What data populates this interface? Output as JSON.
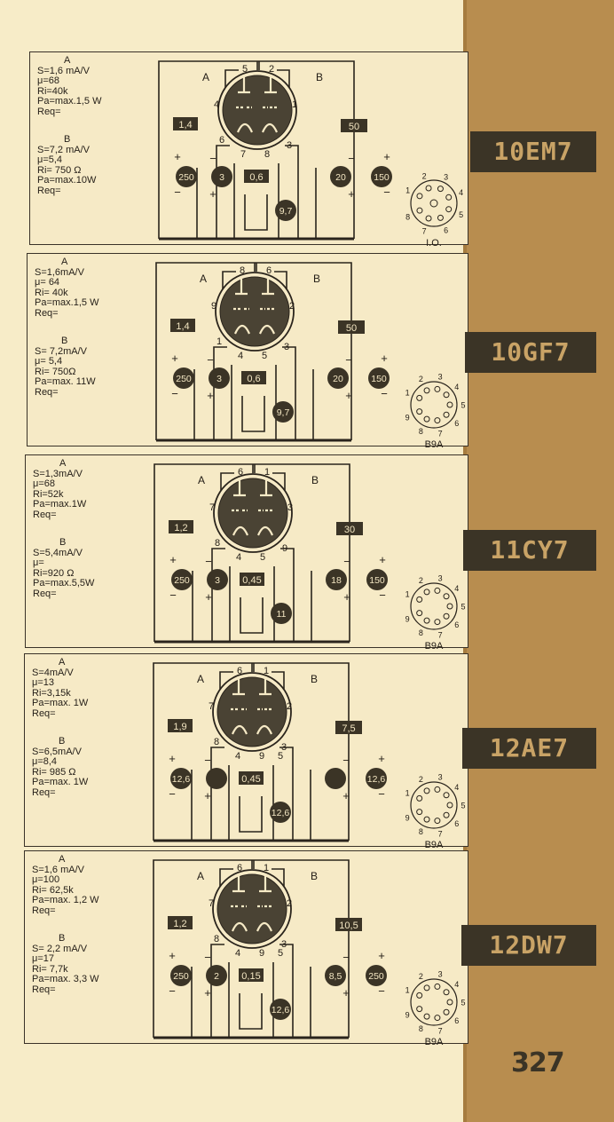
{
  "page_number": "327",
  "tubes": [
    {
      "type": "10EM7",
      "socket": "I.O.",
      "pins": [
        "1",
        "2",
        "3",
        "4",
        "5",
        "6",
        "7",
        "8"
      ],
      "A": {
        "title": "A",
        "lines": [
          "S=1,6 mA/V",
          "μ=68",
          "Ri=40k",
          "Pa=max.1,5 W",
          "Req="
        ]
      },
      "B": {
        "title": "B",
        "lines": [
          "S=7,2 mA/V",
          "μ=5,4",
          "Ri= 750 Ω",
          "Pa=max.10W",
          "Req="
        ]
      },
      "pin_labels": {
        "top_left": "5",
        "top_right": "2",
        "left": "4",
        "right": "1",
        "bl": "6",
        "bm1": "7",
        "bm2": "8",
        "br": "3"
      },
      "values": {
        "rect_left": "1,4",
        "rect_right": "50",
        "c_left": "250",
        "c_a": "3",
        "rect_mid": "0,6",
        "c_b": "20",
        "c_right": "150",
        "c_bottom": "9,7"
      }
    },
    {
      "type": "10GF7",
      "socket": "B9A",
      "pins": [
        "1",
        "2",
        "3",
        "4",
        "5",
        "6",
        "7",
        "8",
        "9"
      ],
      "A": {
        "title": "A",
        "lines": [
          "S=1,6mA/V",
          "μ= 64",
          "Ri= 40k",
          "Pa=max.1,5 W",
          "Req="
        ]
      },
      "B": {
        "title": "B",
        "lines": [
          "S= 7,2mA/V",
          "μ= 5,4",
          "Ri= 750Ω",
          "Pa=max. 11W",
          "Req="
        ]
      },
      "pin_labels": {
        "top_left": "8",
        "top_right": "6",
        "left": "9",
        "right": "2",
        "bl": "1",
        "bm1": "4",
        "bm2": "5",
        "br": "3"
      },
      "values": {
        "rect_left": "1,4",
        "rect_right": "50",
        "c_left": "250",
        "c_a": "3",
        "rect_mid": "0,6",
        "c_b": "20",
        "c_right": "150",
        "c_bottom": "9,7"
      }
    },
    {
      "type": "11CY7",
      "socket": "B9A",
      "pins": [
        "1",
        "2",
        "3",
        "4",
        "5",
        "6",
        "7",
        "8",
        "9"
      ],
      "A": {
        "title": "A",
        "lines": [
          "S=1,3mA/V",
          "μ=68",
          "Ri=52k",
          "Pa=max.1W",
          "Req="
        ]
      },
      "B": {
        "title": "B",
        "lines": [
          "S=5,4mA/V",
          "μ=",
          "Ri=920 Ω",
          "Pa=max.5,5W",
          "Req="
        ]
      },
      "pin_labels": {
        "top_left": "6",
        "top_right": "1",
        "left": "7",
        "right": "3",
        "bl": "8",
        "bm1": "4",
        "bm2": "5",
        "br": "9"
      },
      "values": {
        "rect_left": "1,2",
        "rect_right": "30",
        "c_left": "250",
        "c_a": "3",
        "rect_mid": "0,45",
        "c_b": "18",
        "c_right": "150",
        "c_bottom": "11"
      }
    },
    {
      "type": "12AE7",
      "socket": "B9A",
      "pins": [
        "1",
        "2",
        "3",
        "4",
        "5",
        "6",
        "7",
        "8",
        "9"
      ],
      "A": {
        "title": "A",
        "lines": [
          "S=4mA/V",
          "μ=13",
          "Ri=3,15k",
          "Pa=max. 1W",
          "Req="
        ]
      },
      "B": {
        "title": "B",
        "lines": [
          "S=6,5mA/V",
          "μ=8,4",
          "Ri= 985 Ω",
          "Pa=max. 1W",
          "Req="
        ]
      },
      "pin_labels": {
        "top_left": "6",
        "top_right": "1",
        "left": "7",
        "right": "2",
        "bl": "8",
        "bm1": "4",
        "bm2": "9",
        "bm3": "5",
        "br": "3"
      },
      "values": {
        "rect_left": "1,9",
        "rect_right": "7,5",
        "c_left": "12,6",
        "c_a": "",
        "rect_mid": "0,45",
        "c_b": "",
        "c_right": "12,6",
        "c_bottom": "12,6"
      }
    },
    {
      "type": "12DW7",
      "socket": "B9A",
      "pins": [
        "1",
        "2",
        "3",
        "4",
        "5",
        "6",
        "7",
        "8",
        "9"
      ],
      "A": {
        "title": "A",
        "lines": [
          "S=1,6 mA/V",
          "μ=100",
          "Ri= 62,5k",
          "Pa=max. 1,2 W",
          "Req="
        ]
      },
      "B": {
        "title": "B",
        "lines": [
          "S= 2,2 mA/V",
          "μ=17",
          "Ri= 7,7k",
          "Pa=max. 3,3 W",
          "Req="
        ]
      },
      "pin_labels": {
        "top_left": "6",
        "top_right": "1",
        "left": "7",
        "right": "2",
        "bl": "8",
        "bm1": "4",
        "bm2": "9",
        "bm3": "5",
        "br": "3"
      },
      "values": {
        "rect_left": "1,2",
        "rect_right": "10,5",
        "c_left": "250",
        "c_a": "2",
        "rect_mid": "0,15",
        "c_b": "8,5",
        "c_right": "250",
        "c_bottom": "12,6"
      }
    }
  ],
  "signs": {
    "plus": "+",
    "minus": "−",
    "A": "A",
    "B": "B"
  }
}
